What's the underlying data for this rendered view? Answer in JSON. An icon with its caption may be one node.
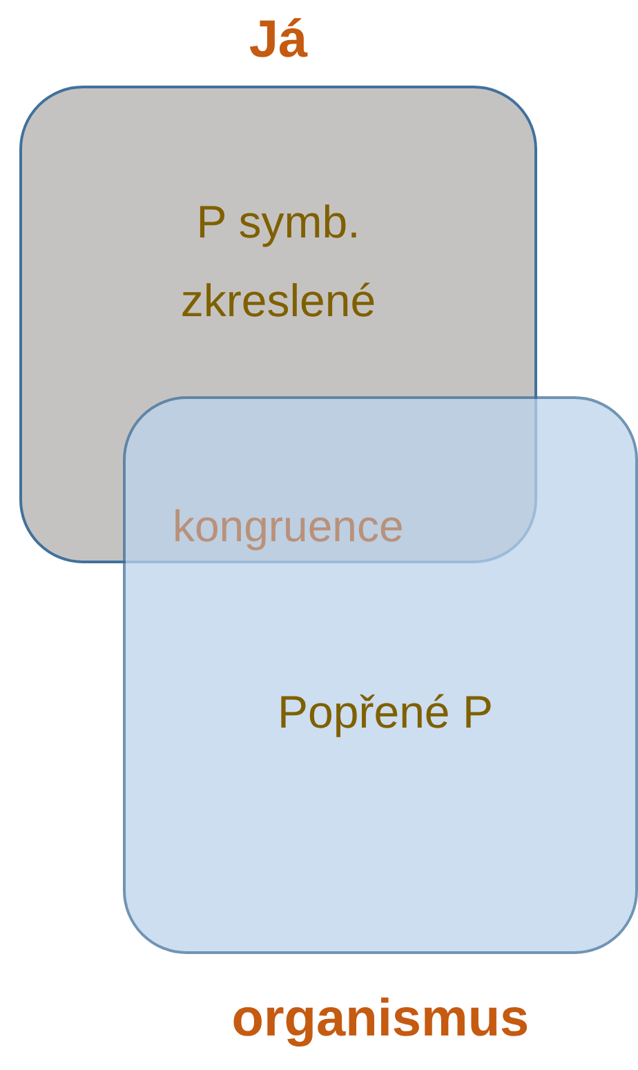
{
  "diagram": {
    "nodes": [
      {
        "text": [
          "Já",
          "P symb. zkreslené"
        ]
      },
      {
        "text": [
          "Popřené P",
          "organismus"
        ]
      }
    ],
    "labels": [
      "kongruence"
    ]
  }
}
